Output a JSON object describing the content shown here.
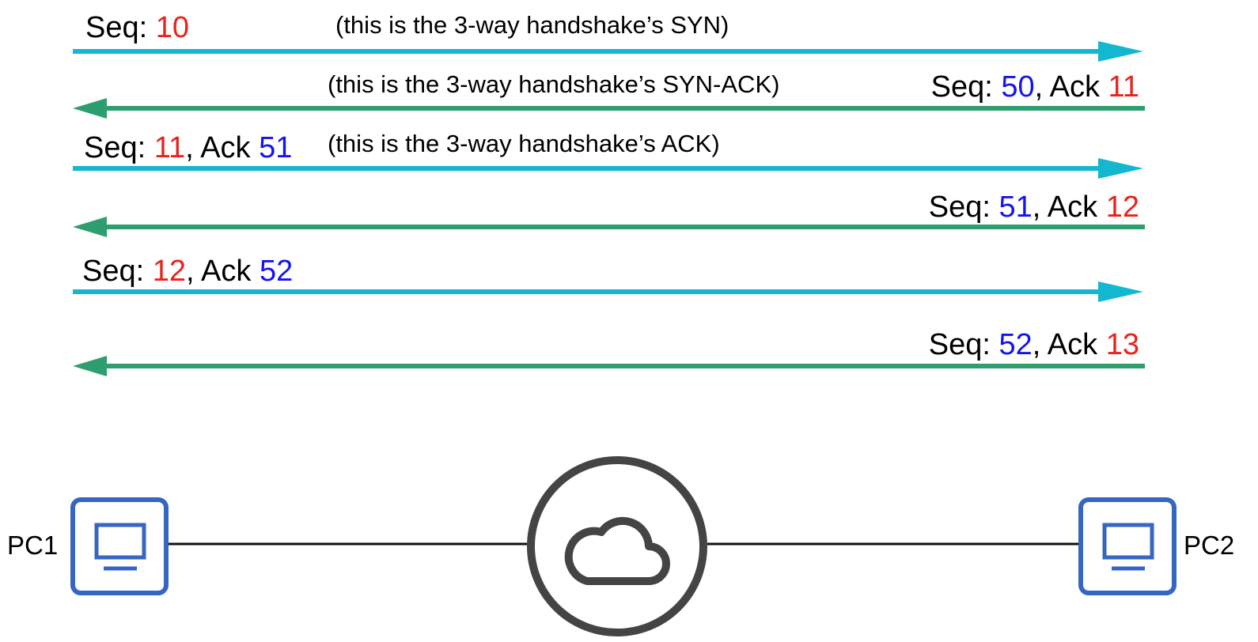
{
  "colors": {
    "pc1_to_pc2_arrow": "#13b7cf",
    "pc2_to_pc1_arrow": "#2e9e6e",
    "pc1_number": "#e8231c",
    "pc2_number": "#1414ee",
    "device_icon": "#3566c0",
    "cloud_icon": "#444444",
    "link_line": "#111111"
  },
  "messages": [
    {
      "direction": "PC1 to PC2",
      "seq_label": "Seq:",
      "seq": "10",
      "ack_label": "",
      "ack": "",
      "note": "(this is the 3-way handshake’s SYN)"
    },
    {
      "direction": "PC2 to PC1",
      "seq_label": "Seq:",
      "seq": "50",
      "ack_label": ", Ack",
      "ack": "11",
      "note": "(this is the 3-way handshake’s SYN-ACK)"
    },
    {
      "direction": "PC1 to PC2",
      "seq_label": "Seq:",
      "seq": "11",
      "ack_label": ", Ack",
      "ack": "51",
      "note": "(this is the 3-way handshake’s ACK)"
    },
    {
      "direction": "PC2 to PC1",
      "seq_label": "Seq:",
      "seq": "51",
      "ack_label": ", Ack",
      "ack": "12",
      "note": ""
    },
    {
      "direction": "PC1 to PC2",
      "seq_label": "Seq:",
      "seq": "12",
      "ack_label": ", Ack",
      "ack": "52",
      "note": ""
    },
    {
      "direction": "PC2 to PC1",
      "seq_label": "Seq:",
      "seq": "52",
      "ack_label": ", Ack",
      "ack": "13",
      "note": ""
    }
  ],
  "devices": {
    "left": {
      "name": "PC1",
      "icon": "computer-monitor-icon"
    },
    "middle": {
      "icon": "cloud-icon"
    },
    "right": {
      "name": "PC2",
      "icon": "computer-monitor-icon"
    }
  }
}
